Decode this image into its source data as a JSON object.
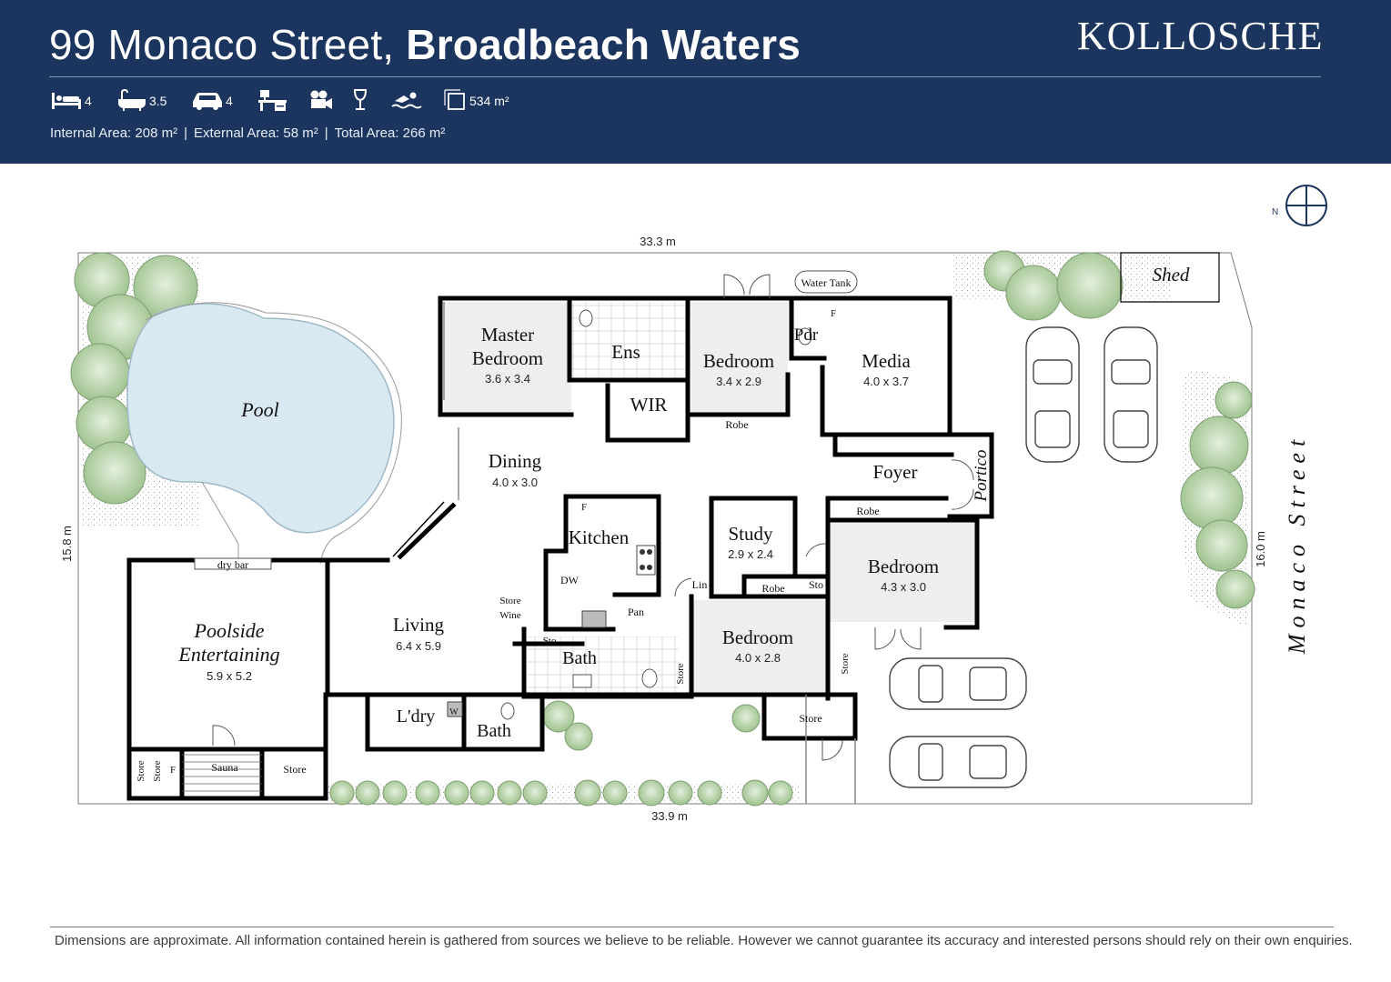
{
  "header": {
    "street": "99 Monaco Street,",
    "suburb": "Broadbeach Waters",
    "brand": "Kollosche",
    "colors": {
      "navy": "#1c355e",
      "accent_line": "#7f93b3"
    }
  },
  "features": [
    {
      "icon": "bed-icon",
      "value": "4"
    },
    {
      "icon": "bath-icon",
      "value": "3.5"
    },
    {
      "icon": "car-icon",
      "value": "4"
    },
    {
      "icon": "study-desk-icon",
      "value": ""
    },
    {
      "icon": "cinema-icon",
      "value": ""
    },
    {
      "icon": "wine-glass-icon",
      "value": ""
    },
    {
      "icon": "swimmer-icon",
      "value": ""
    },
    {
      "icon": "land-area-icon",
      "value": "534 m²"
    }
  ],
  "areas": {
    "internal": "Internal Area:  208 m²",
    "external": "External Area: 58 m²",
    "total": "Total Area: 266 m²"
  },
  "plan": {
    "dims": {
      "top": "33.3 m",
      "bottom": "33.9 m",
      "left": "15.8 m",
      "right": "16.0 m"
    },
    "street_label": "Monaco Street",
    "rooms": {
      "master_name_1": "Master",
      "master_name_2": "Bedroom",
      "master_dim": "3.6 x 3.4",
      "ens": "Ens",
      "wir": "WIR",
      "bed2_name": "Bedroom",
      "bed2_dim": "3.4 x 2.9",
      "robe_1": "Robe",
      "pdr": "Pdr",
      "f_1": "F",
      "water_tank": "Water Tank",
      "media_name": "Media",
      "media_dim": "4.0 x 3.7",
      "pool": "Pool",
      "dining_name": "Dining",
      "dining_dim": "4.0 x 3.0",
      "foyer": "Foyer",
      "portico": "Portico",
      "kitchen": "Kitchen",
      "f_2": "F",
      "dw": "DW",
      "pan": "Pan",
      "study_name": "Study",
      "study_dim": "2.9 x 2.4",
      "robe_2": "Robe",
      "lin": "Lin",
      "robe_3": "Robe",
      "sto_1": "Sto",
      "bed3_name": "Bedroom",
      "bed3_dim": "4.3 x 3.0",
      "dry_bar": "dry bar",
      "poolside_1": "Poolside",
      "poolside_2": "Entertaining",
      "poolside_dim": "5.9 x 5.2",
      "living_name": "Living",
      "living_dim": "6.4 x 5.9",
      "store_lbl": "Store",
      "wine_lbl": "Wine",
      "sto_2": "Sto",
      "bath_1": "Bath",
      "bed4_name": "Bedroom",
      "bed4_dim": "4.0 x 2.8",
      "store_v1": "Store",
      "store_v2": "Store",
      "laundry": "L'dry",
      "w": "W",
      "bath_2": "Bath",
      "store_r": "Store",
      "store_p1": "Store",
      "store_p2": "Store",
      "f_3": "F",
      "sauna": "Sauna",
      "store_p3": "Store",
      "shed": "Shed"
    }
  },
  "footer": {
    "disclaimer": "Dimensions are approximate.  All information contained herein is gathered from sources we believe to be reliable.  However we cannot guarantee its accuracy and interested persons should rely on their own enquiries."
  }
}
